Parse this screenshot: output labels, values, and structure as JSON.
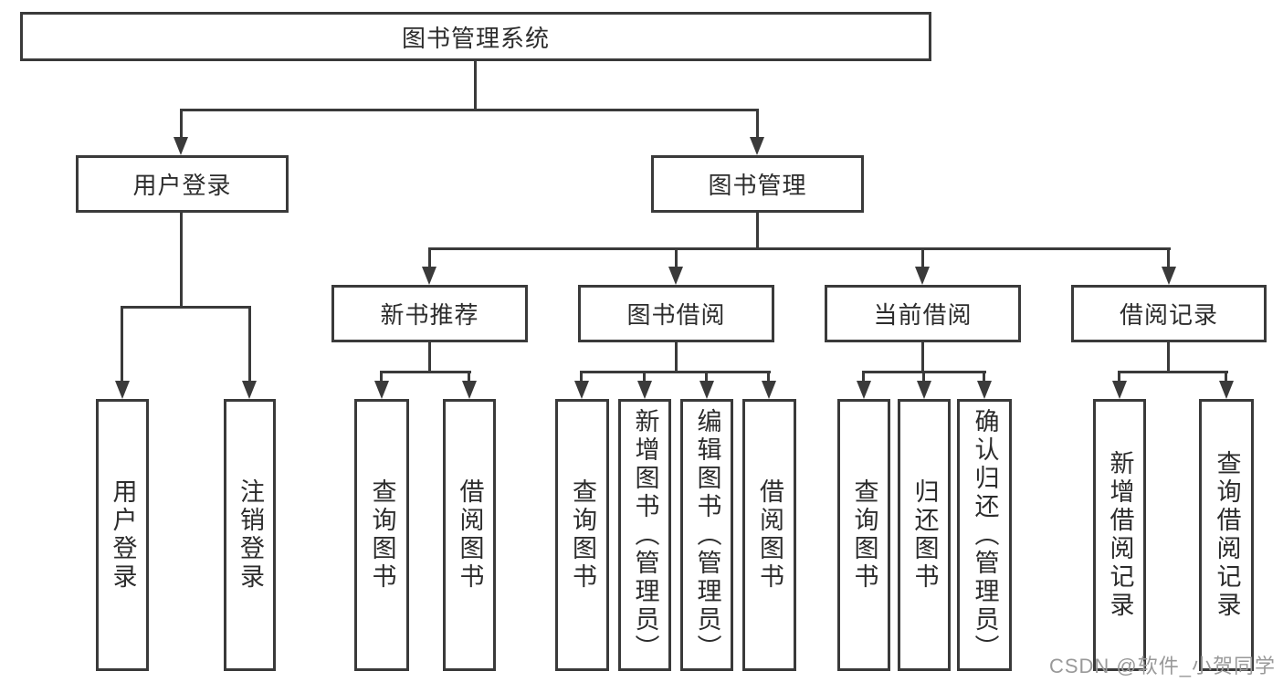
{
  "colors": {
    "line": "#3a3a3a",
    "text": "#2c2c2c",
    "background": "#ffffff",
    "watermark": "#999999"
  },
  "watermark": {
    "text": "CSDN @软件_小贺同学"
  },
  "tree": {
    "label": "图书管理系统",
    "children": [
      {
        "label": "用户登录",
        "children": [
          {
            "label": "用户登录"
          },
          {
            "label": "注销登录"
          }
        ]
      },
      {
        "label": "图书管理",
        "children": [
          {
            "label": "新书推荐",
            "children": [
              {
                "label": "查询图书"
              },
              {
                "label": "借阅图书"
              }
            ]
          },
          {
            "label": "图书借阅",
            "children": [
              {
                "label": "查询图书"
              },
              {
                "label": "新增图书（管理员）"
              },
              {
                "label": "编辑图书（管理员）"
              },
              {
                "label": "借阅图书"
              }
            ]
          },
          {
            "label": "当前借阅",
            "children": [
              {
                "label": "查询图书"
              },
              {
                "label": "归还图书"
              },
              {
                "label": "确认归还（管理员）"
              }
            ]
          },
          {
            "label": "借阅记录",
            "children": [
              {
                "label": "新增借阅记录"
              },
              {
                "label": "查询借阅记录"
              }
            ]
          }
        ]
      }
    ]
  }
}
